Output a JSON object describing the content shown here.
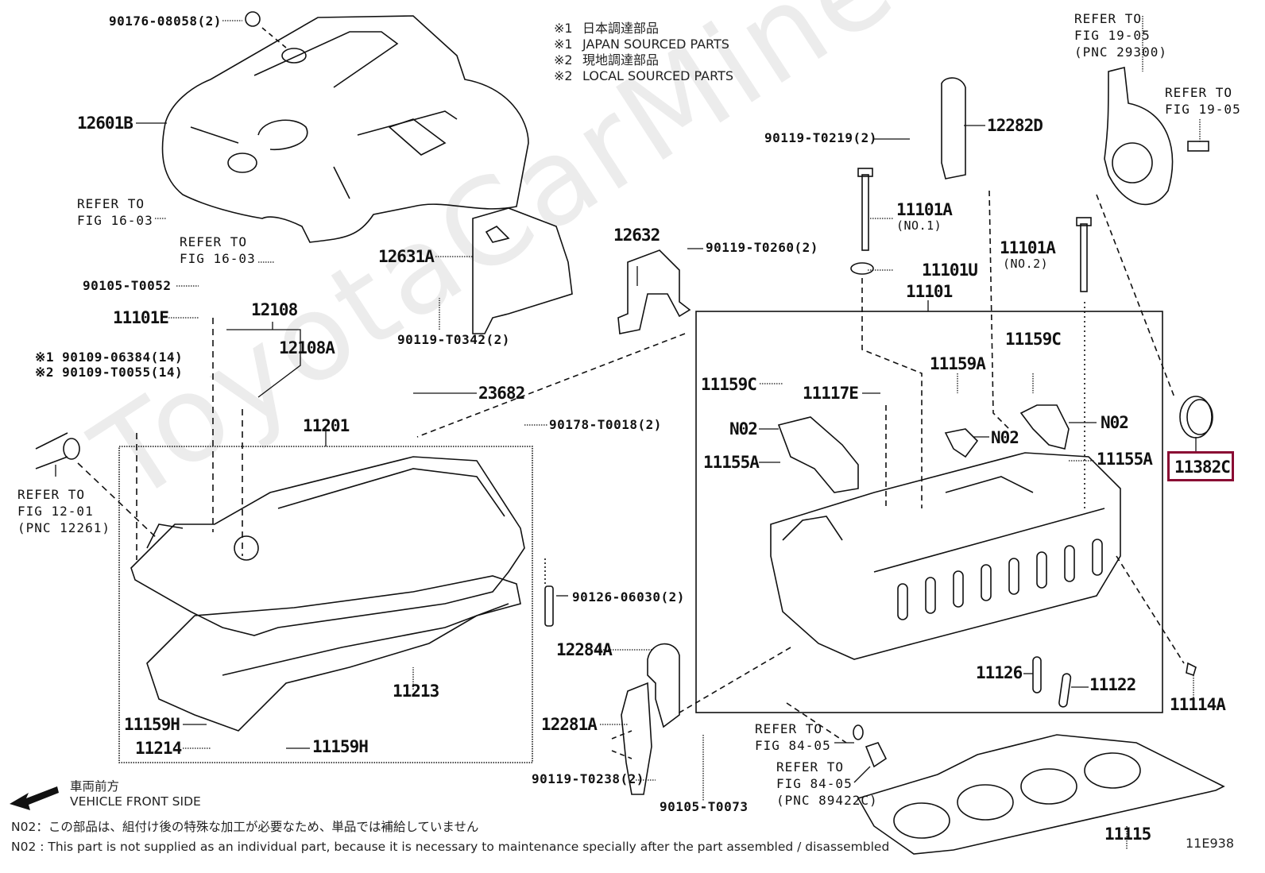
{
  "diagram": {
    "figure_id": "11E938",
    "watermark": "ToyotaCarMine.ru",
    "highlighted_part": "11382C",
    "highlight_color": "#8a0a33",
    "legend": [
      {
        "mark": "※1",
        "text": "日本調達部品"
      },
      {
        "mark": "※1",
        "text": "JAPAN SOURCED PARTS"
      },
      {
        "mark": "※2",
        "text": "現地調達部品"
      },
      {
        "mark": "※2",
        "text": "LOCAL SOURCED PARTS"
      }
    ],
    "parts": {
      "p90176": "90176-08058(2)",
      "p12601B": "12601B",
      "p12631A": "12631A",
      "p90119_T0342": "90119-T0342(2)",
      "p12632": "12632",
      "p90119_T0260": "90119-T0260(2)",
      "p90105_T0052": "90105-T0052",
      "p11101E": "11101E",
      "p12108": "12108",
      "p12108A": "12108A",
      "p90109_a": "※1 90109-06384(14)",
      "p90109_b": "※2 90109-T0055(14)",
      "p11201": "11201",
      "p23682": "23682",
      "p90178": "90178-T0018(2)",
      "p90126": "90126-06030(2)",
      "p11213": "11213",
      "p11159H_1": "11159H",
      "p11214": "11214",
      "p11159H_2": "11159H",
      "p12284A": "12284A",
      "p12281A": "12281A",
      "p90119_T0238": "90119-T0238(2)",
      "p90105_T0073": "90105-T0073",
      "p90119_T0219": "90119-T0219(2)",
      "p12282D": "12282D",
      "p11101A_1": "11101A",
      "p11101A_1_sub": "(NO.1)",
      "p11101U": "11101U",
      "p11101": "11101",
      "p11101A_2": "11101A",
      "p11101A_2_sub": "(NO.2)",
      "p11159C_1": "11159C",
      "p11117E": "11117E",
      "p11159A": "11159A",
      "p11159C_2": "11159C",
      "pN02_1": "N02",
      "pN02_2": "N02",
      "pN02_3": "N02",
      "p11155A_1": "11155A",
      "p11155A_2": "11155A",
      "p11382C": "11382C",
      "p11126": "11126",
      "p11122": "11122",
      "p11114A": "11114A",
      "p11115": "11115"
    },
    "references": {
      "r16_03_a": "REFER TO\nFIG 16-03",
      "r16_03_b": "REFER TO\nFIG 16-03",
      "r12_01": "REFER TO\nFIG 12-01\n(PNC 12261)",
      "r19_05_a": "REFER TO\nFIG 19-05\n(PNC 29300)",
      "r19_05_b": "REFER TO\nFIG 19-05",
      "r84_05_a": "REFER TO\nFIG 84-05",
      "r84_05_b": "REFER TO\nFIG 84-05\n(PNC 89422C)"
    },
    "front_side": {
      "jp": "車両前方",
      "en": "VEHICLE FRONT SIDE"
    },
    "notes": {
      "jp": "N02：この部品は、組付け後の特殊な加工が必要なため、単品では補給していません",
      "en": "N02 : This part is not supplied as an individual part, because it is necessary to maintenance specially after the part assembled / disassembled"
    }
  }
}
